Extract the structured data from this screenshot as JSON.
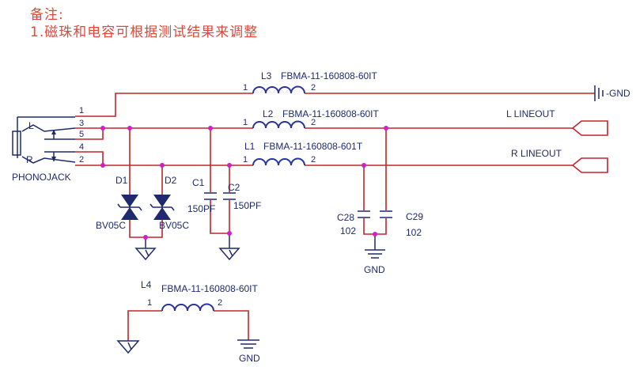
{
  "note": {
    "title": "备注:",
    "line1": "1.磁珠和电容可根据测试结果来调整"
  },
  "components": {
    "L3": {
      "ref": "L3",
      "value": "FBMA-11-160808-60IT",
      "pin1": "1",
      "pin2": "2"
    },
    "L2": {
      "ref": "L2",
      "value": "FBMA-11-160808-60IT",
      "pin1": "1",
      "pin2": "2"
    },
    "L1": {
      "ref": "L1",
      "value": "FBMA-11-160808-601T",
      "pin1": "1",
      "pin2": "2"
    },
    "L4": {
      "ref": "L4",
      "value": "FBMA-11-160808-60IT",
      "pin1": "1",
      "pin2": "2"
    },
    "D1": {
      "ref": "D1",
      "value": "BV05C"
    },
    "D2": {
      "ref": "D2",
      "value": "BV05C"
    },
    "C1": {
      "ref": "C1",
      "value": "150PF"
    },
    "C2": {
      "ref": "C2",
      "value": "150PF"
    },
    "C28": {
      "ref": "C28",
      "value": "102"
    },
    "C29": {
      "ref": "C29",
      "value": "102"
    }
  },
  "jack": {
    "name": "PHONOJACK",
    "pins": [
      "1",
      "3",
      "5",
      "4",
      "2"
    ],
    "left_mark": "L",
    "right_mark": "R"
  },
  "nets": {
    "gnd_top": "-GND",
    "l_out": "L LINEOUT",
    "r_out": "R LINEOUT",
    "gnd_caps": "GND",
    "gnd_l4": "GND"
  },
  "colors": {
    "wire": "#c0252c",
    "component": "#1f2a6e",
    "coil": "#2a34a0",
    "junction": "#d11fc8",
    "note": "#e0483a"
  }
}
